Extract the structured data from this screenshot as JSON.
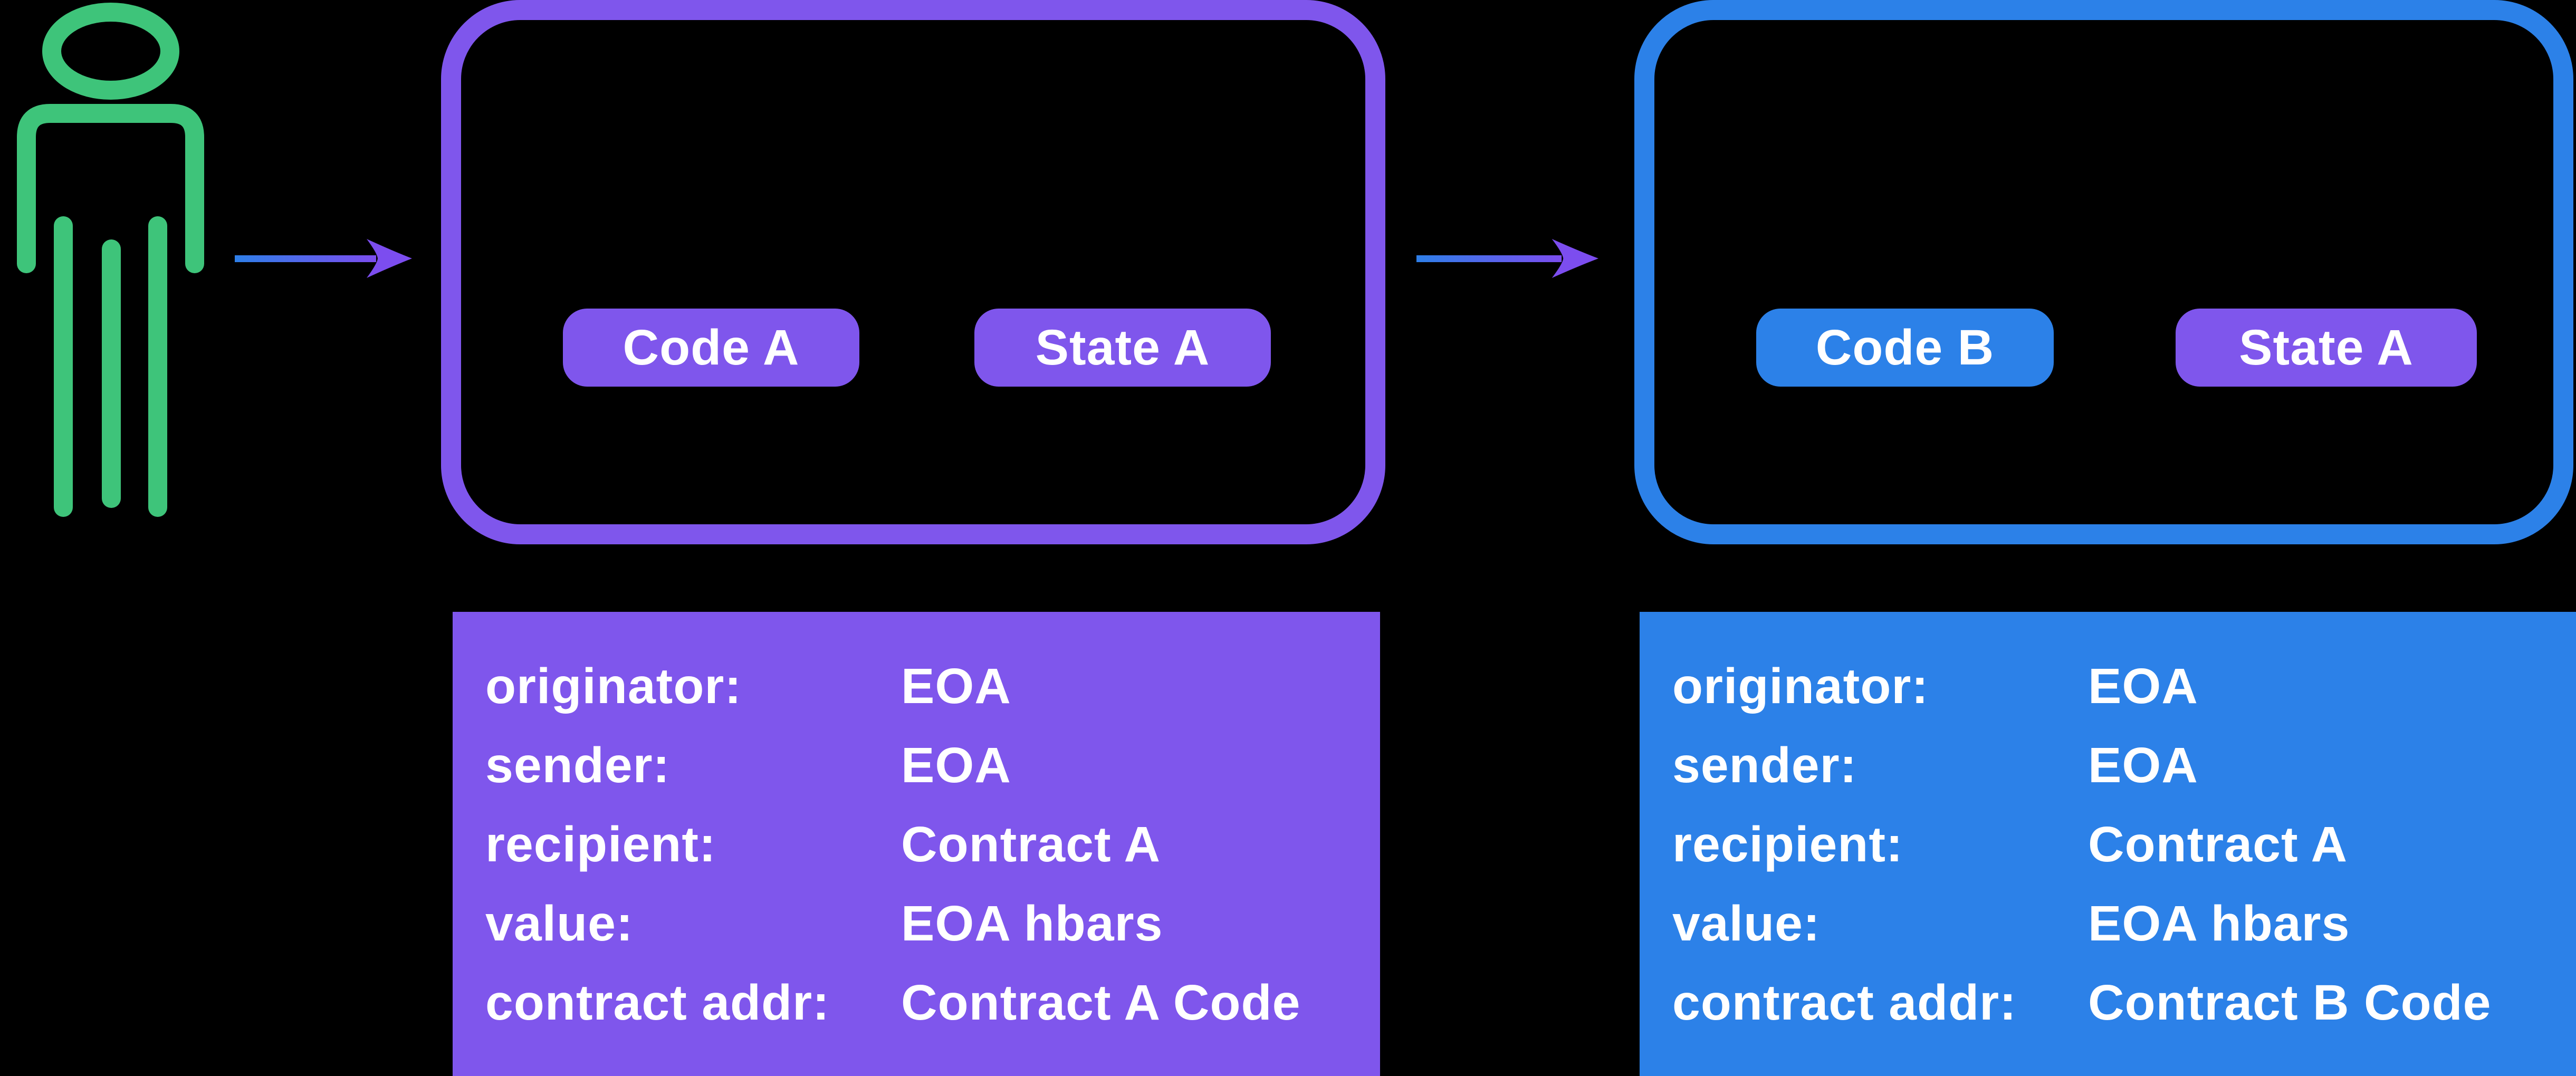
{
  "colors": {
    "background": "#000000",
    "purple": "#7F56EC",
    "blue": "#2C81E8",
    "green": "#3EC47A",
    "text": "#FFFFFF",
    "arrow_gradient_start": "#2E7FE8",
    "arrow_gradient_end": "#7C4DEF"
  },
  "person": {
    "icon": "green-person-outline-icon"
  },
  "contract_a": {
    "border_color": "#7F56EC",
    "pills": [
      {
        "label": "Code A",
        "bg": "#7F56EC"
      },
      {
        "label": "State A",
        "bg": "#7F56EC"
      }
    ]
  },
  "contract_b": {
    "border_color": "#2C81E8",
    "pills": [
      {
        "label": "Code B",
        "bg": "#2C81E8"
      },
      {
        "label": "State A",
        "bg": "#7F56EC"
      }
    ]
  },
  "tx_a": {
    "bg": "#7F56EC",
    "rows": [
      {
        "label": "originator:",
        "value": "EOA"
      },
      {
        "label": "sender:",
        "value": "EOA"
      },
      {
        "label": "recipient:",
        "value": "Contract A"
      },
      {
        "label": "value:",
        "value": "EOA hbars"
      },
      {
        "label": "contract addr:",
        "value": "Contract A Code"
      }
    ]
  },
  "tx_b": {
    "bg": "#2C81E8",
    "rows": [
      {
        "label": "originator:",
        "value": "EOA"
      },
      {
        "label": "sender:",
        "value": "EOA"
      },
      {
        "label": "recipient:",
        "value": "Contract A"
      },
      {
        "label": "value:",
        "value": "EOA hbars"
      },
      {
        "label": "contract addr:",
        "value": "Contract B Code"
      }
    ]
  }
}
